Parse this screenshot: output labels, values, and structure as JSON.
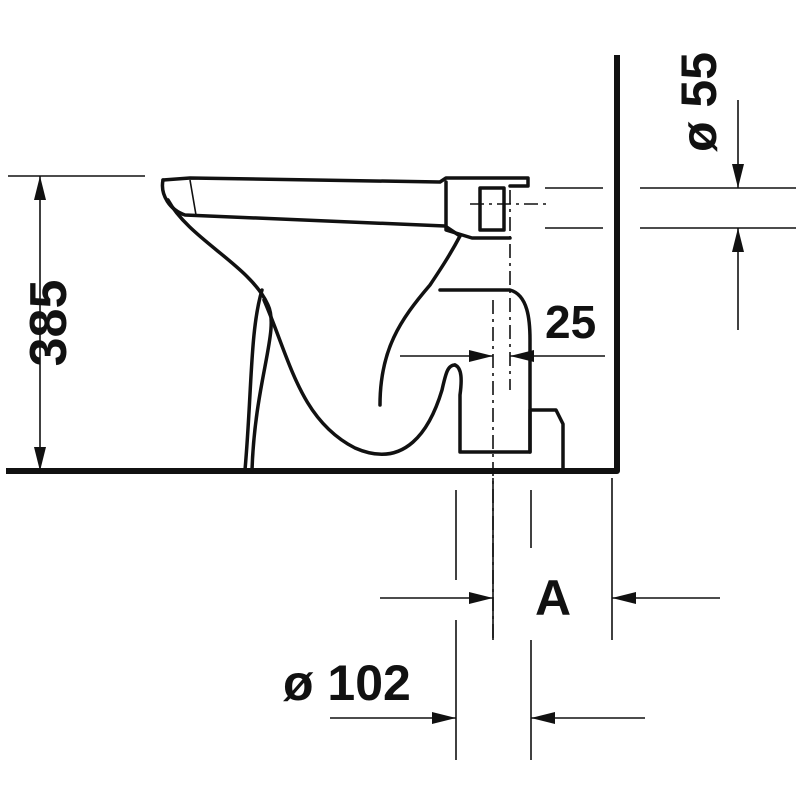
{
  "drawing": {
    "dimensions": {
      "height": "385",
      "pipe_diameter": "ø 55",
      "offset": "25",
      "outlet_diameter": "ø 102",
      "distance_label": "A"
    }
  }
}
